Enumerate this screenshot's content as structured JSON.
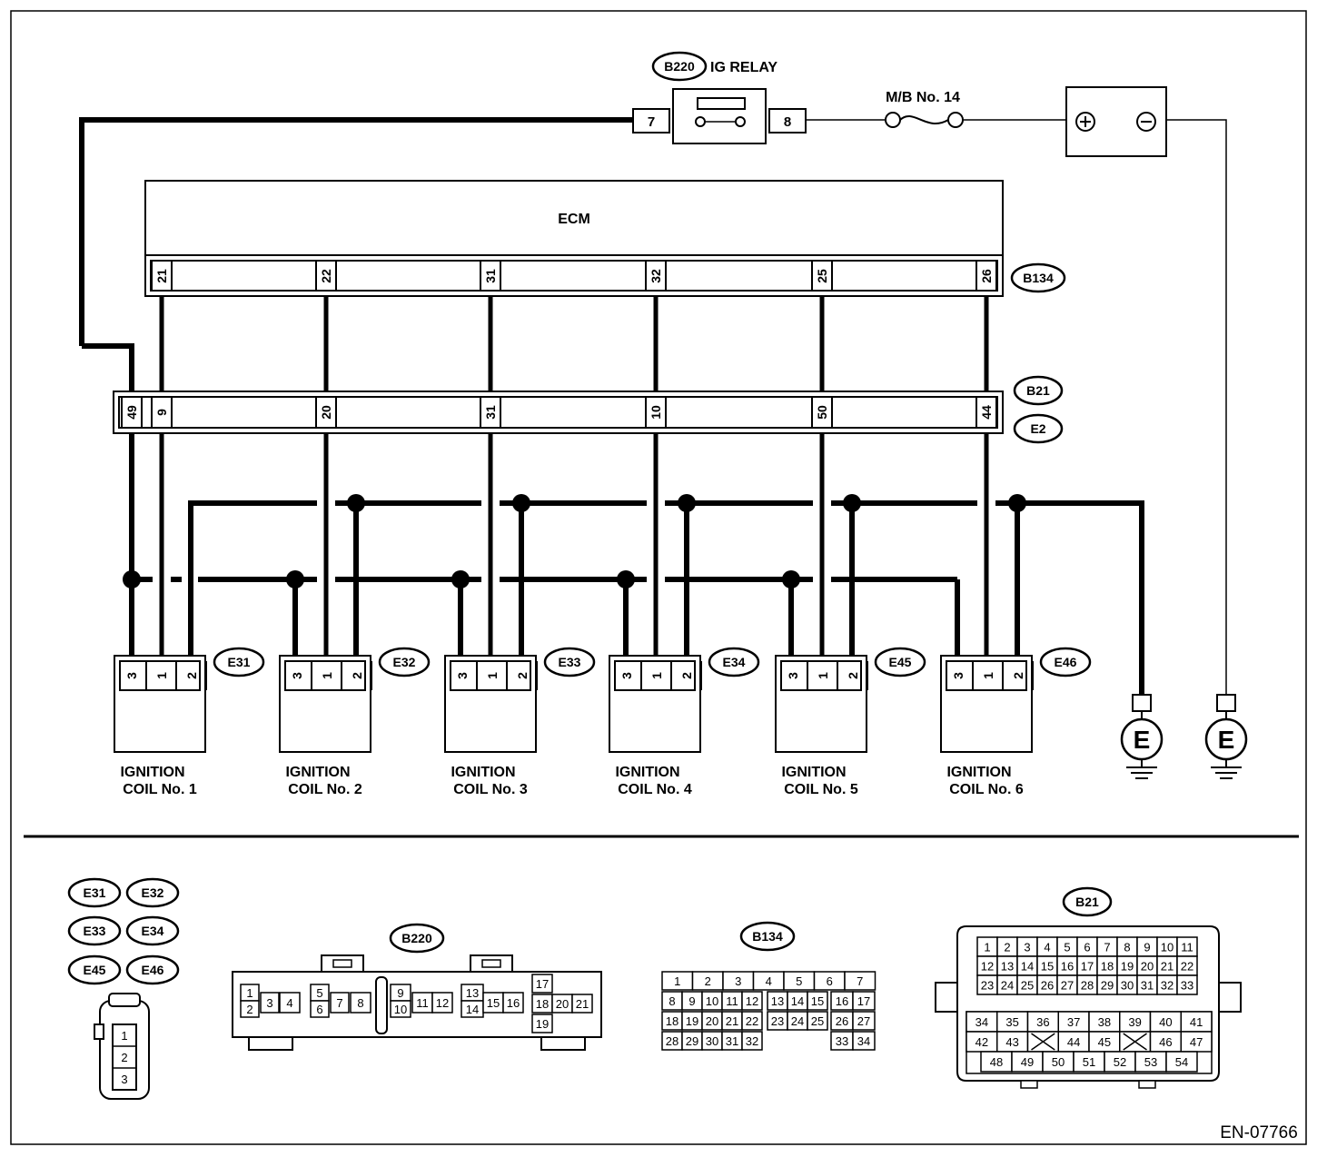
{
  "relay": {
    "connector": "B220",
    "label": "IG RELAY",
    "pin_in": "7",
    "pin_out": "8"
  },
  "fuse": {
    "label": "M/B No. 14"
  },
  "battery": {
    "plus": "+",
    "minus": "−"
  },
  "ecm": {
    "label": "ECM",
    "connector": "B134",
    "pins": [
      "21",
      "22",
      "31",
      "32",
      "25",
      "26"
    ]
  },
  "harness": {
    "connector_a": "B21",
    "connector_b": "E2",
    "pins": [
      "49",
      "9",
      "20",
      "31",
      "10",
      "50",
      "44"
    ]
  },
  "coils": [
    {
      "connector": "E31",
      "line1": "IGNITION",
      "line2": "COIL No. 1",
      "pins": [
        "3",
        "1",
        "2"
      ]
    },
    {
      "connector": "E32",
      "line1": "IGNITION",
      "line2": "COIL No. 2",
      "pins": [
        "3",
        "1",
        "2"
      ]
    },
    {
      "connector": "E33",
      "line1": "IGNITION",
      "line2": "COIL No. 3",
      "pins": [
        "3",
        "1",
        "2"
      ]
    },
    {
      "connector": "E34",
      "line1": "IGNITION",
      "line2": "COIL No. 4",
      "pins": [
        "3",
        "1",
        "2"
      ]
    },
    {
      "connector": "E45",
      "line1": "IGNITION",
      "line2": "COIL No. 5",
      "pins": [
        "3",
        "1",
        "2"
      ]
    },
    {
      "connector": "E46",
      "line1": "IGNITION",
      "line2": "COIL No. 6",
      "pins": [
        "3",
        "1",
        "2"
      ]
    }
  ],
  "grounds": [
    "E",
    "E"
  ],
  "legend": {
    "coil_connectors": [
      "E31",
      "E32",
      "E33",
      "E34",
      "E45",
      "E46"
    ],
    "coil_pins": [
      "1",
      "2",
      "3"
    ],
    "b220": {
      "label": "B220",
      "groups": [
        [
          "1",
          "2",
          "3",
          "4"
        ],
        [
          "5",
          "6",
          "7",
          "8"
        ],
        [
          "9",
          "10",
          "11",
          "12"
        ],
        [
          "13",
          "14",
          "15",
          "16"
        ],
        [
          "17",
          "18",
          "20",
          "21",
          "19"
        ]
      ]
    },
    "b134": {
      "label": "B134",
      "row1": [
        "1",
        "2",
        "3",
        "4",
        "5",
        "6",
        "7"
      ],
      "row2": [
        "8",
        "9",
        "10",
        "11",
        "12",
        "13",
        "14",
        "15",
        "16",
        "17"
      ],
      "row3": [
        "18",
        "19",
        "20",
        "21",
        "22",
        "23",
        "24",
        "25",
        "26",
        "27"
      ],
      "row4": [
        "28",
        "29",
        "30",
        "31",
        "32",
        "33",
        "34"
      ]
    },
    "b21": {
      "label": "B21",
      "row1": [
        "1",
        "2",
        "3",
        "4",
        "5",
        "6",
        "7",
        "8",
        "9",
        "10",
        "11"
      ],
      "row2": [
        "12",
        "13",
        "14",
        "15",
        "16",
        "17",
        "18",
        "19",
        "20",
        "21",
        "22"
      ],
      "row3": [
        "23",
        "24",
        "25",
        "26",
        "27",
        "28",
        "29",
        "30",
        "31",
        "32",
        "33"
      ],
      "row4": [
        "34",
        "35",
        "36",
        "37",
        "38",
        "39",
        "40",
        "41"
      ],
      "row5": [
        "42",
        "43",
        "",
        "44",
        "45",
        "",
        "46",
        "47"
      ],
      "row6": [
        "48",
        "49",
        "50",
        "51",
        "52",
        "53",
        "54"
      ]
    }
  },
  "figure_code": "EN-07766"
}
